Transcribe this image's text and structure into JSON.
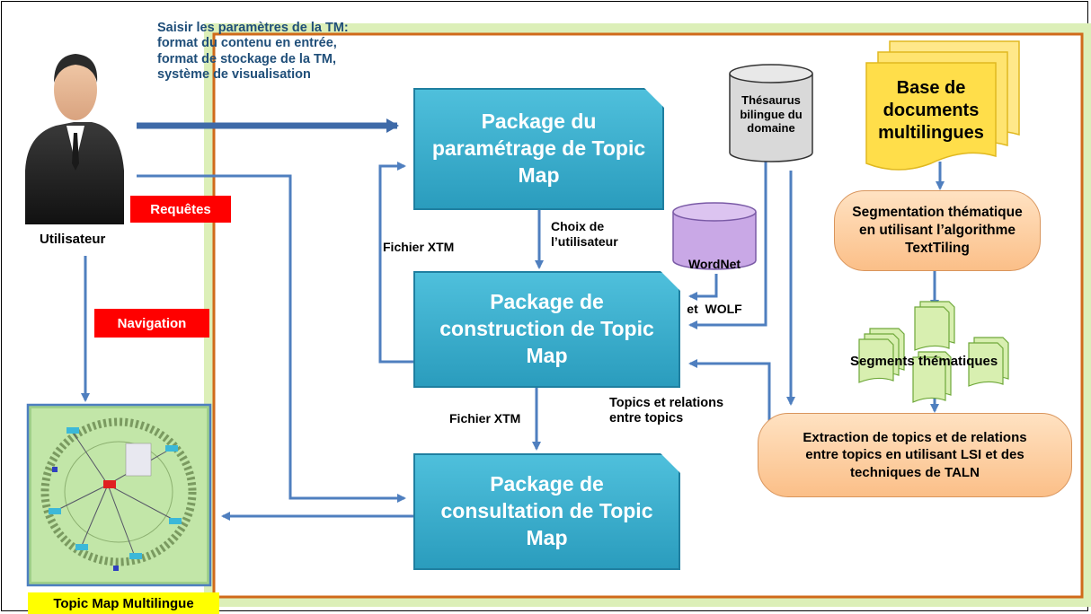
{
  "user": {
    "label": "Utilisateur"
  },
  "params_note": {
    "lines": [
      "Saisir les paramètres de la TM:",
      "format du contenu en entrée,",
      "format de stockage de la TM,",
      "système de visualisation"
    ]
  },
  "tags": {
    "requetes": "Requêtes",
    "navigation": "Navigation",
    "topic_map_output": "Topic Map Multilingue"
  },
  "packages": {
    "parametrage": [
      "Package du",
      "paramétrage de Topic",
      "Map"
    ],
    "construction": [
      "Package de",
      "construction de Topic",
      "Map"
    ],
    "consultation": [
      "Package de",
      "consultation de Topic",
      "Map"
    ]
  },
  "resources": {
    "thesaurus": [
      "Thésaurus",
      "bilingue du",
      "domaine"
    ],
    "wordnet": [
      "WordNet",
      "et  WOLF"
    ],
    "documents": [
      "Base de",
      "documents",
      "multilingues"
    ]
  },
  "processes": {
    "segmentation": [
      "Segmentation thématique",
      "en utilisant l’algorithme",
      "TextTiling"
    ],
    "extraction": [
      "Extraction de topics et de relations",
      "entre topics en utilisant LSI et des",
      "techniques de TALN"
    ]
  },
  "labels": {
    "fichier_xtm_left": "Fichier XTM",
    "fichier_xtm_mid": "Fichier XTM",
    "choix": [
      "Choix de",
      "l’utilisateur"
    ],
    "topics_relations": [
      "Topics et relations",
      "entre topics"
    ],
    "segments": "Segments thématiques"
  },
  "colors": {
    "package_fill": "#35a9ca",
    "process_fill": "#fcd0a4",
    "arrow": "#4f7fbf",
    "frame_border": "#d06a1a",
    "green_glow": "#c8e69a",
    "documents_fill": "#ffe066",
    "segments_fill": "#d8efb0",
    "wordnet_fill": "#c9a8e6",
    "thesaurus_fill": "#d9d9d9"
  },
  "icons": [
    "person-icon",
    "topic-map-thumbnail",
    "document-stack-icon",
    "database-cylinder-icon"
  ]
}
